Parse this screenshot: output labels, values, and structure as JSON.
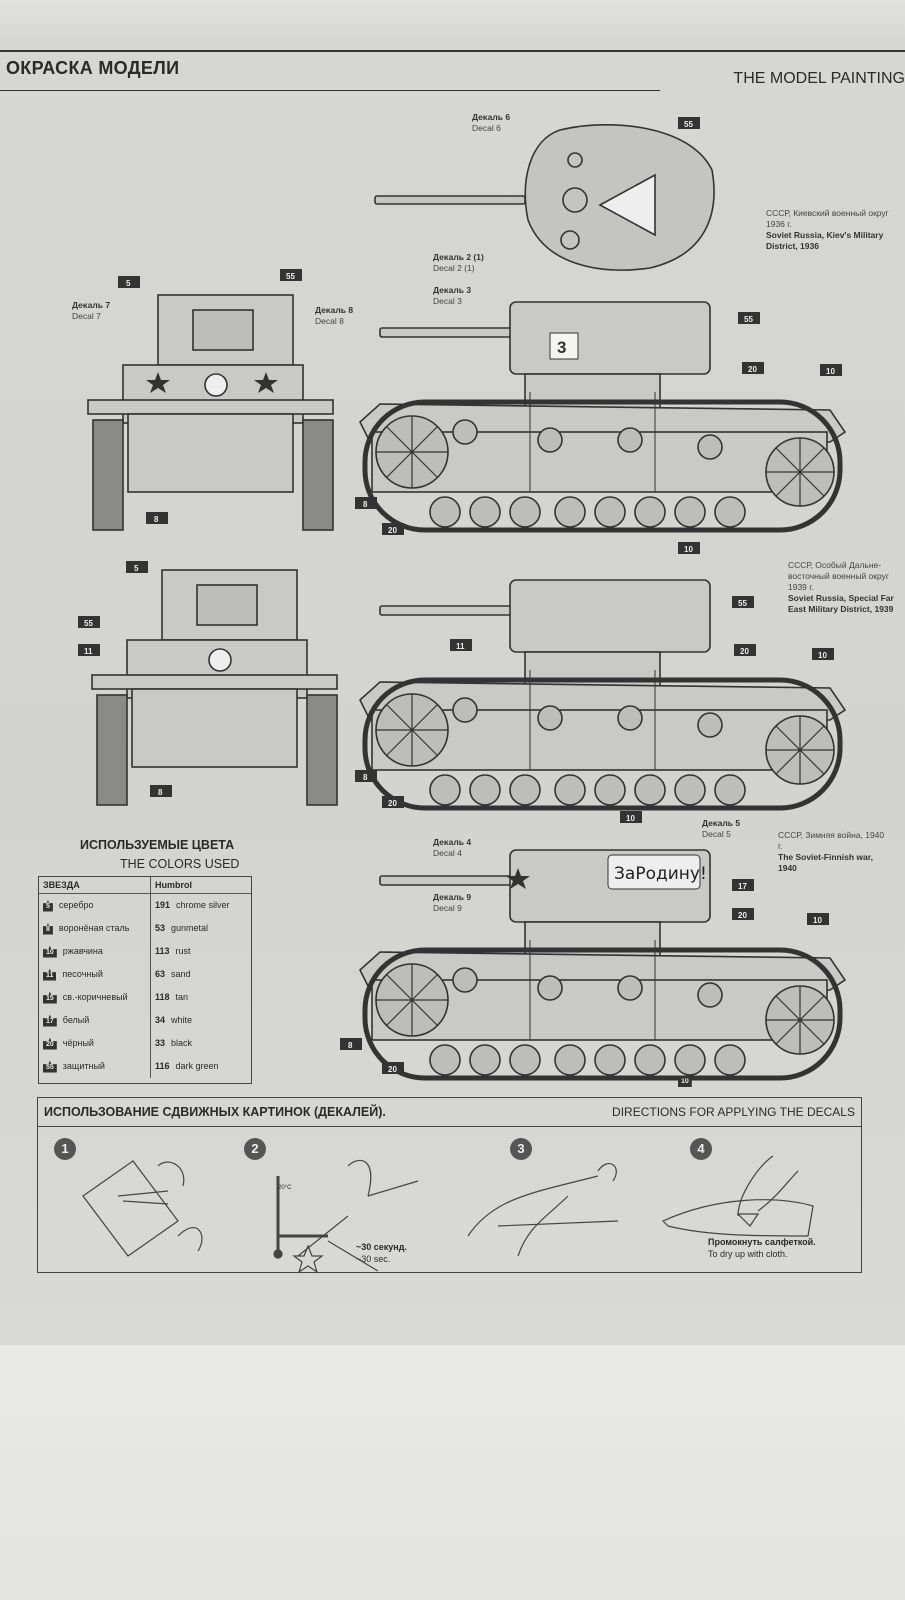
{
  "header": {
    "title_ru": "ОКРАСКА МОДЕЛИ",
    "title_en": "THE MODEL PAINTING"
  },
  "schemes": [
    {
      "caption_ru": "СССР, Киевский военный округ 1936 г.",
      "caption_en": "Soviet Russia, Kiev's Military District, 1936",
      "decals": [
        {
          "ru": "Деκаль 6",
          "en": "Decal 6"
        },
        {
          "ru": "Деκаль 2 (1)",
          "en": "Decal 2 (1)"
        },
        {
          "ru": "Деκаль 3",
          "en": "Decal 3"
        },
        {
          "ru": "Деκаль 7",
          "en": "Decal 7"
        },
        {
          "ru": "Деκаль 8",
          "en": "Decal 8"
        }
      ],
      "turret_number": "3",
      "callouts": [
        "55",
        "55",
        "20",
        "10",
        "8",
        "20",
        "10",
        "5",
        "55",
        "8"
      ]
    },
    {
      "caption_ru": "СССР, Особый Дальне-восточный военный округ 1939 г.",
      "caption_en": "Soviet Russia, Special Far East Military District, 1939",
      "callouts": [
        "55",
        "11",
        "20",
        "10",
        "8",
        "20",
        "10",
        "5",
        "55",
        "11",
        "8"
      ]
    },
    {
      "caption_ru": "СССР, Зимняя война, 1940 г.",
      "caption_en": "The Soviet-Finnish war, 1940",
      "decals": [
        {
          "ru": "Деκаль 4",
          "en": "Decal 4"
        },
        {
          "ru": "Деκаль 5",
          "en": "Decal 5"
        },
        {
          "ru": "Деκаль 9",
          "en": "Decal 9"
        }
      ],
      "slogan": "ЗаРодину!",
      "callouts": [
        "17",
        "20",
        "10",
        "8",
        "20",
        "10"
      ]
    }
  ],
  "colors": {
    "title_ru": "ИСПОЛЬЗУЕМЫЕ ЦВЕТА",
    "title_en": "THE COLORS USED",
    "col_star": "ЗВЕЗДА",
    "col_brand": "Humbrol",
    "rows": [
      {
        "star": "5",
        "ru": "серебро",
        "code": "191",
        "en": "chrome silver"
      },
      {
        "star": "8",
        "ru": "воронёная сталь",
        "code": "53",
        "en": "gunmetal"
      },
      {
        "star": "10",
        "ru": "ржавчина",
        "code": "113",
        "en": "rust"
      },
      {
        "star": "11",
        "ru": "песочный",
        "code": "63",
        "en": "sand"
      },
      {
        "star": "15",
        "ru": "св.-коричневый",
        "code": "118",
        "en": "tan"
      },
      {
        "star": "17",
        "ru": "белый",
        "code": "34",
        "en": "white"
      },
      {
        "star": "20",
        "ru": "чёрный",
        "code": "33",
        "en": "black"
      },
      {
        "star": "55",
        "ru": "защитный",
        "code": "116",
        "en": "dark green"
      }
    ]
  },
  "decal_directions": {
    "title_ru": "ИСПОЛЬЗОВАНИЕ СДВИЖНЫХ КАРТИНОК (ДЕКАЛЕЙ).",
    "title_en": "DIRECTIONS  FOR APPLYING THE DECALS",
    "steps": [
      "1",
      "2",
      "3",
      "4"
    ],
    "temp": "20°C",
    "step2_ru": "~30 секунд.",
    "step2_en": "~30 sec.",
    "step4_ru": "Промокнуть салфеткой.",
    "step4_en": "To dry up with cloth."
  }
}
